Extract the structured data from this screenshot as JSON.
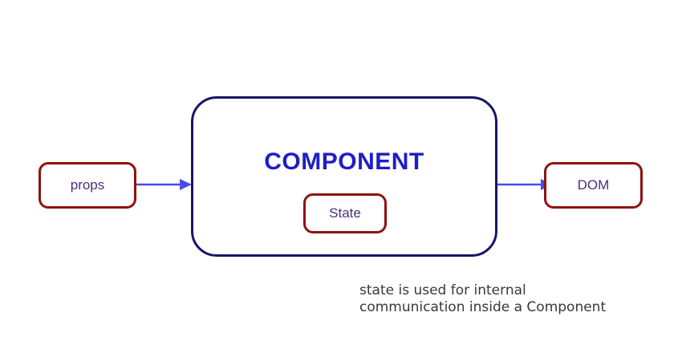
{
  "diagram": {
    "nodes": {
      "props": {
        "label": "props"
      },
      "component": {
        "label": "COMPONENT"
      },
      "state": {
        "label": "State"
      },
      "dom": {
        "label": "DOM"
      }
    },
    "caption": {
      "line1": "state is used for internal",
      "line2": "communication inside a Component"
    },
    "colors": {
      "arrow": "#4a4aee",
      "red_box_border": "#8f1212",
      "component_border": "#161668",
      "component_title_text": "#1e1ec8",
      "node_label_text": "#4b2d7d",
      "caption_text": "#383838",
      "background": "#ffffff"
    }
  }
}
